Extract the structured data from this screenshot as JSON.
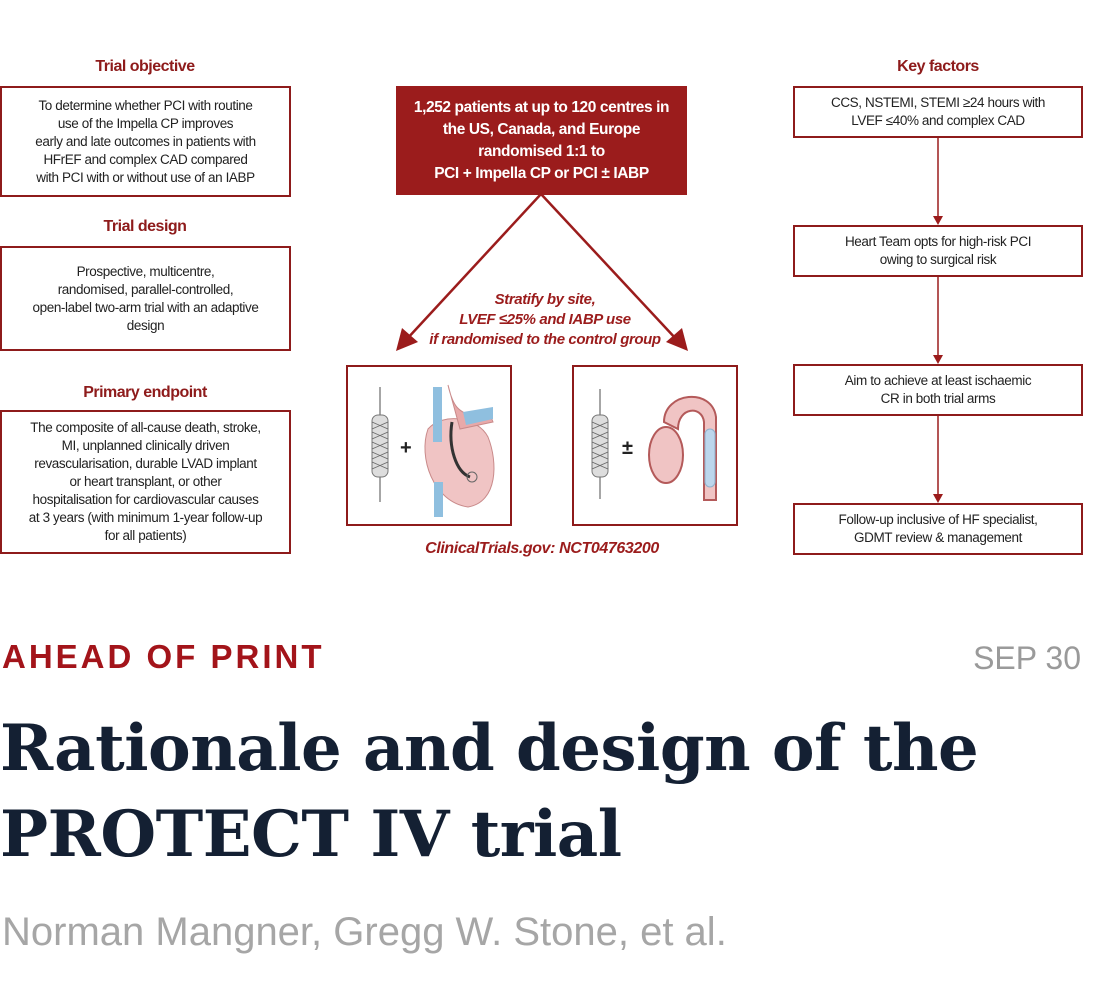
{
  "infographic": {
    "left": [
      {
        "heading": "Trial objective",
        "text": "To determine whether PCI with routine\nuse of the Impella CP improves\nearly and late outcomes in patients with\nHFrEF and complex CAD compared\nwith PCI with or without use of an IABP"
      },
      {
        "heading": "Trial design",
        "text": "Prospective, multicentre,\nrandomised, parallel-controlled,\nopen-label two-arm trial with an adaptive\ndesign"
      },
      {
        "heading": "Primary endpoint",
        "text": "The composite of all-cause death, stroke,\nMI, unplanned clinically driven\nrevascularisation, durable LVAD implant\nor heart transplant, or other\nhospitalisation for cardiovascular causes\nat 3 years (with minimum 1-year follow-up\nfor all patients)"
      }
    ],
    "center": {
      "summary": "1,252 patients at up to 120 centres in\nthe US, Canada, and Europe\nrandomised 1:1 to\nPCI + Impella CP or PCI ± IABP",
      "stratify": "Stratify by site,\nLVEF ≤25% and IABP use\nif randomised to the control group",
      "arm1_symbol": "+",
      "arm2_symbol": "±",
      "citation": "ClinicalTrials.gov: NCT04763200"
    },
    "right": {
      "heading": "Key factors",
      "steps": [
        "CCS, NSTEMI, STEMI ≥24 hours with\nLVEF ≤40% and complex CAD",
        "Heart Team opts for high-risk PCI\nowing to surgical risk",
        "Aim to achieve at least ischaemic\nCR in both trial arms",
        "Follow-up inclusive of HF specialist,\nGDMT review & management"
      ]
    }
  },
  "article": {
    "kicker": "AHEAD OF PRINT",
    "date": "SEP 30",
    "title": "Rationale and design of the PROTECT IV trial",
    "authors": "Norman Mangner, Gregg W. Stone, et al."
  },
  "colors": {
    "accent": "#9b1c1c",
    "title": "#142033",
    "muted": "#a6a6a6"
  }
}
